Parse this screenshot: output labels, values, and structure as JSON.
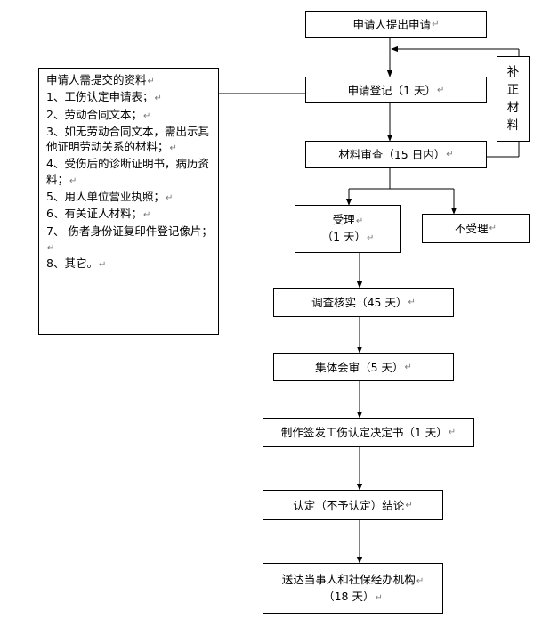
{
  "flow": {
    "submit": "申请人提出申请",
    "register": "申请登记（1 天）",
    "review": "材料审查（15 日内）",
    "accept_line1": "受理",
    "accept_line2": "（1 天）",
    "reject": "不受理",
    "investigate": "调查核实（45 天）",
    "collective_review": "集体会审（5 天）",
    "issue_decision": "制作签发工伤认定决定书（1 天）",
    "conclusion": "认定（不予认定）结论",
    "deliver_line1": "送达当事人和社保经办机构",
    "deliver_line2": "（18 天）"
  },
  "supplement": [
    "补",
    "正",
    "材",
    "料"
  ],
  "materials": {
    "title": "申请人需提交的资料",
    "items": [
      "1、工伤认定申请表；",
      "2、劳动合同文本；",
      "3、如无劳动合同文本，需出示其他证明劳动关系的材料；",
      "4、受伤后的诊断证明书，病历资料；",
      "5、用人单位营业执照；",
      "6、有关证人材料；",
      "7、 伤者身份证复印件登记像片；",
      "8、其它。"
    ]
  },
  "paragraph_mark": "↵"
}
